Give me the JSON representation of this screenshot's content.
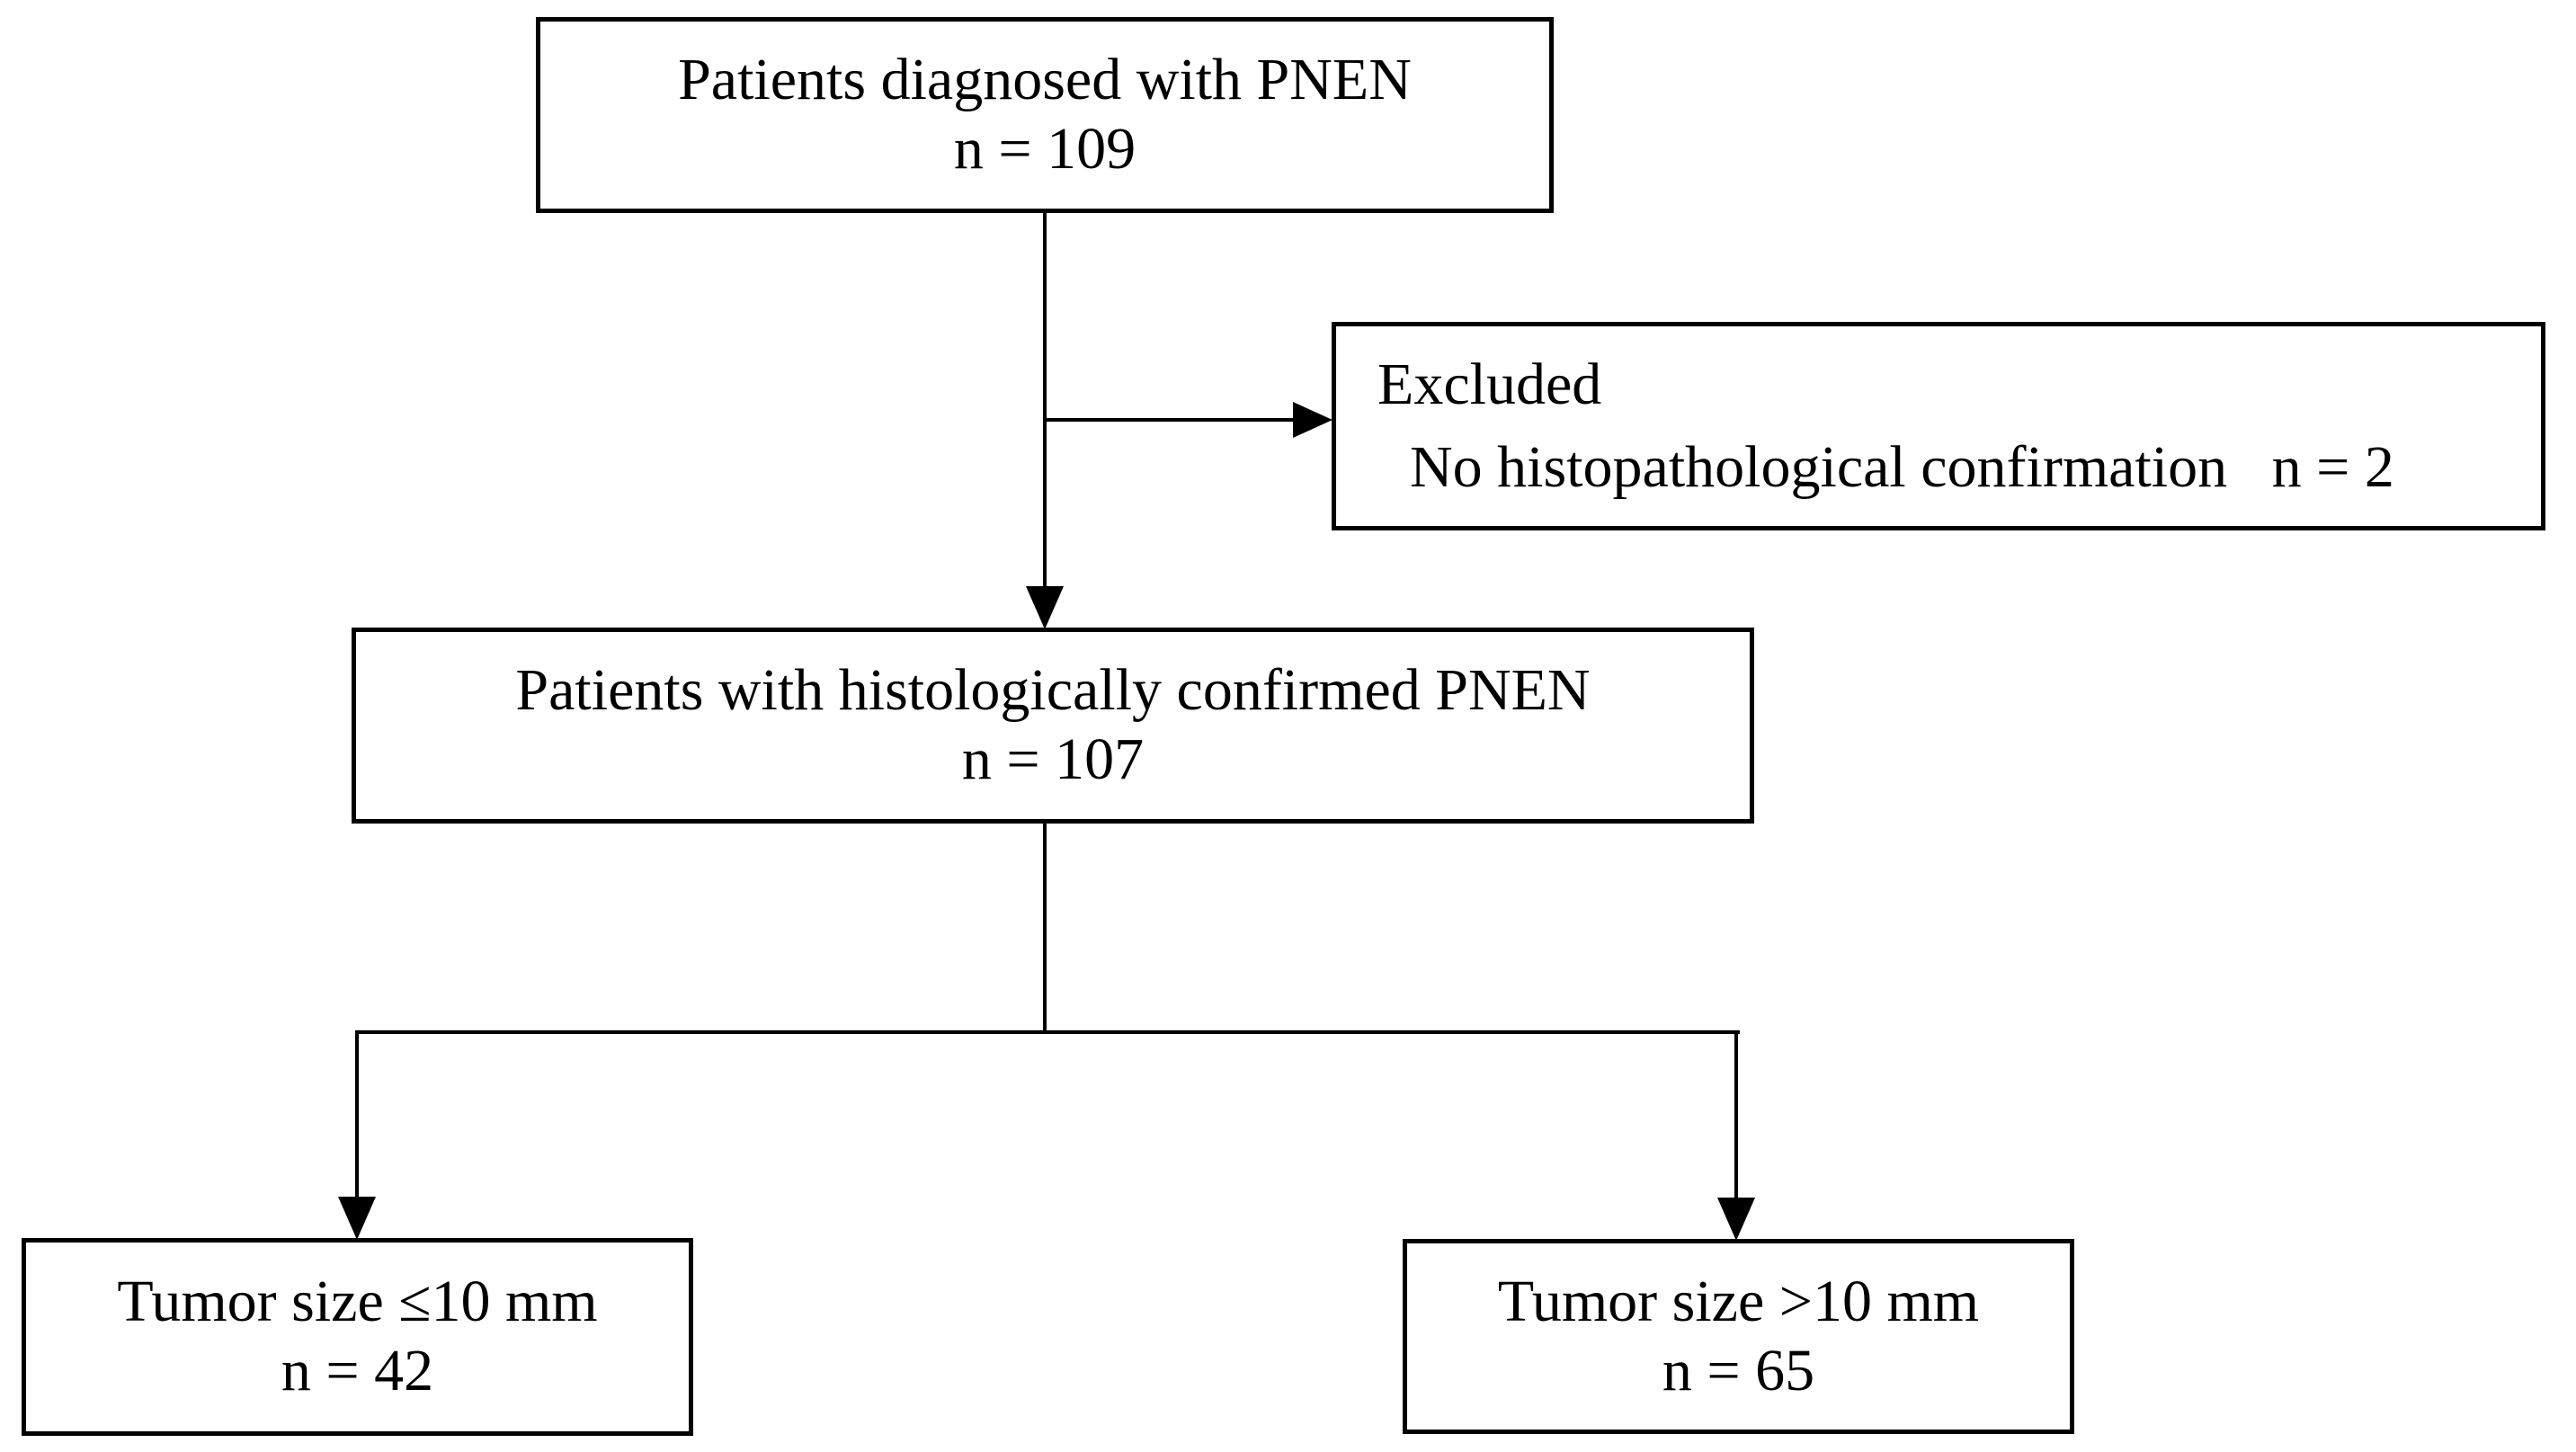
{
  "figure": {
    "type": "flowchart",
    "background_color": "#ffffff",
    "line_color": "#000000",
    "nodes": {
      "diagnosed": {
        "line1": "Patients diagnosed with PNEN",
        "line2": "n = 109"
      },
      "excluded": {
        "line1": "Excluded",
        "line2": "No histopathological confirmation   n = 2"
      },
      "confirmed": {
        "line1": "Patients with histologically confirmed PNEN",
        "line2": "n = 107"
      },
      "tumor_small": {
        "line1": "Tumor size ≤10 mm",
        "line2": "n = 42"
      },
      "tumor_large": {
        "line1": "Tumor size >10 mm",
        "line2": "n = 65"
      }
    },
    "edges": [
      {
        "from": "diagnosed",
        "to": "confirmed",
        "style": "arrow"
      },
      {
        "from": "diagnosed",
        "to": "excluded",
        "style": "arrow"
      },
      {
        "from": "confirmed",
        "to": "tumor_small",
        "style": "arrow"
      },
      {
        "from": "confirmed",
        "to": "tumor_large",
        "style": "arrow"
      }
    ]
  }
}
